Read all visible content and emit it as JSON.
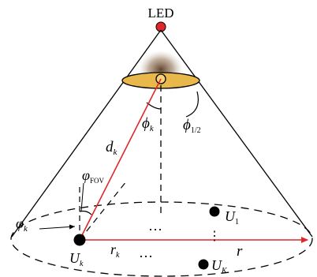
{
  "labels": {
    "led": "LED",
    "phi_k": "ϕ",
    "phi_k_sub": "k",
    "phi_half": "ϕ",
    "phi_half_sub": "1/2",
    "d_k": "d",
    "d_k_sub": "k",
    "varphi_fov": "φ",
    "varphi_fov_sub": "FOV",
    "varphi_k": "φ",
    "varphi_k_sub": "k",
    "u_k": "U",
    "u_k_sub": "k",
    "u_1": "U",
    "u_1_sub": "1",
    "u_K": "U",
    "u_K_sub": "K",
    "r_k": "r",
    "r_k_sub": "k",
    "r": "r",
    "dots_h1": "…",
    "dots_h2": "…",
    "dots_v": "⋮"
  },
  "colors": {
    "led_dot": "#e0262b",
    "red_line": "#e0262b",
    "lens_fill": "#e9b84a",
    "lens_glow": "#6b4a2a",
    "black": "#000000"
  }
}
